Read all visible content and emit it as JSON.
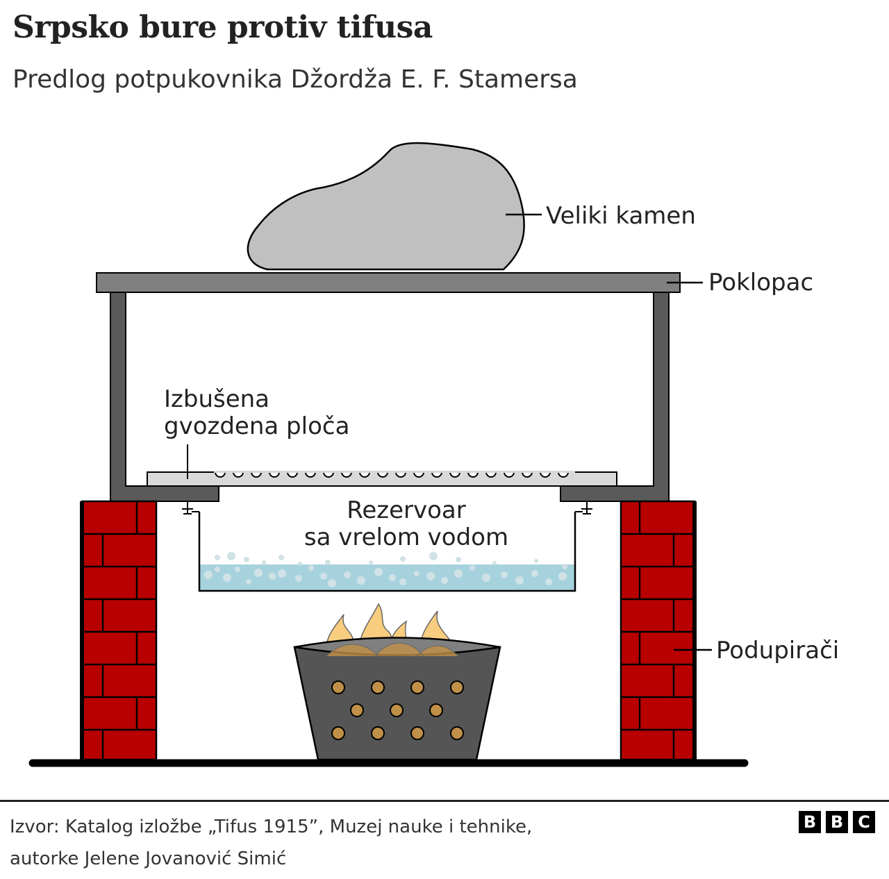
{
  "header": {
    "title": "Srpsko bure protiv tifusa",
    "subtitle": "Predlog potpukovnika Džordža E. F. Stamersa"
  },
  "diagram": {
    "labels": {
      "stone": "Veliki kamen",
      "lid": "Poklopac",
      "plate_line1": "Izbušena",
      "plate_line2": "gvozdena ploča",
      "reservoir_line1": "Rezervoar",
      "reservoir_line2": "sa vrelom vodom",
      "supports": "Podupirači"
    },
    "colors": {
      "brick": "#B80000",
      "lid": "#808080",
      "frame": "#5A5A5A",
      "stone": "#C0C0C0",
      "plate": "#D9D9D9",
      "water": "#A6D2DE",
      "bubble": "#D0E2E6",
      "flame": "#F5B84A",
      "bucket": "#555555",
      "hole": "#C09048"
    }
  },
  "footer": {
    "source_line1": "Izvor: Katalog izložbe „Tifus 1915”, Muzej nauke i tehnike,",
    "source_line2": "autorke Jelene Jovanović Simić",
    "logo": [
      "B",
      "B",
      "C"
    ]
  }
}
